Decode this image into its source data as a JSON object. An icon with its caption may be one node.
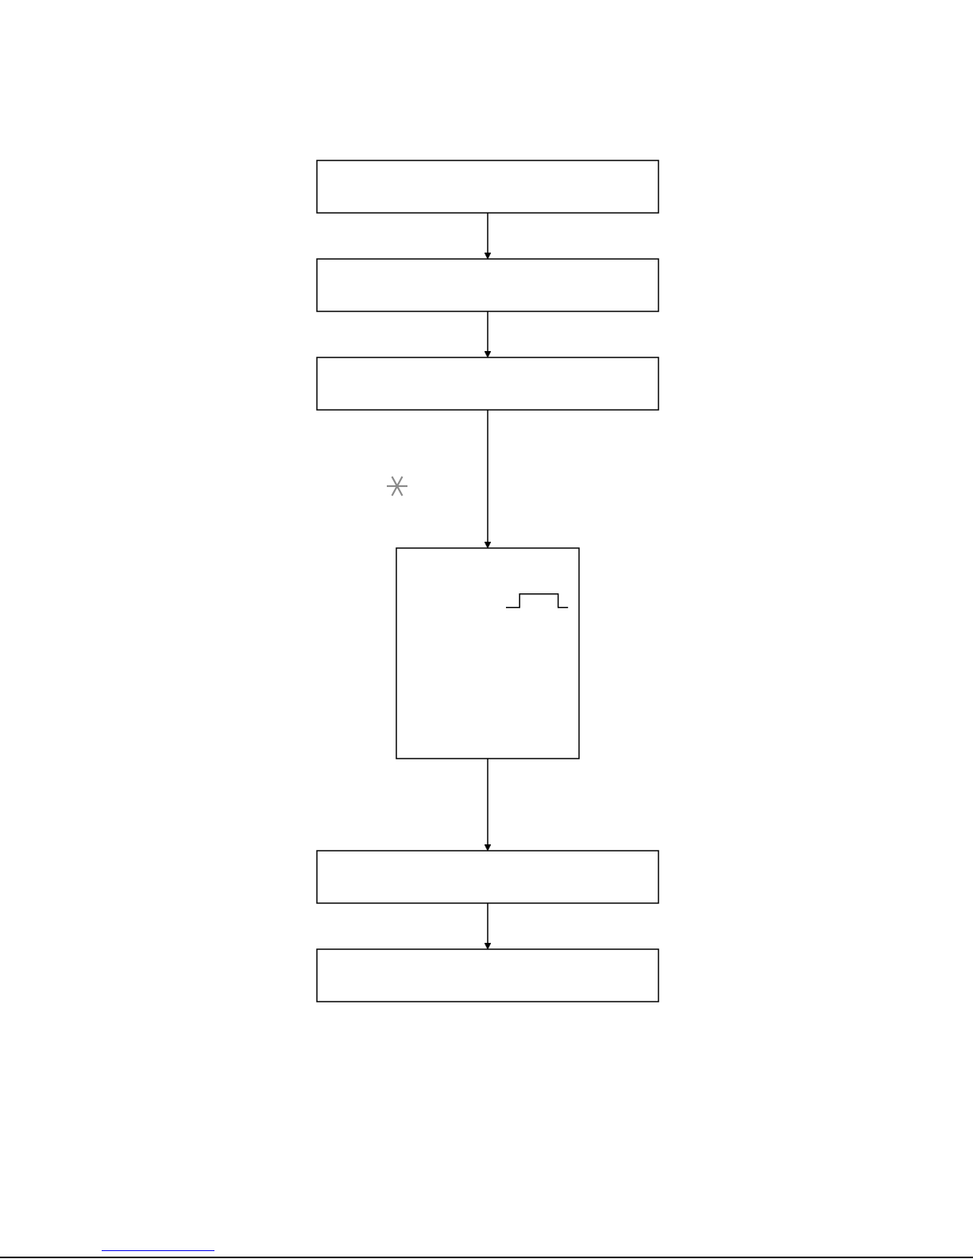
{
  "diagram": {
    "nodes": [
      {
        "text": [],
        "shape": "box"
      },
      {
        "text": [],
        "shape": "box"
      },
      {
        "text": [],
        "shape": "box"
      },
      {
        "text": [],
        "shape": "box"
      },
      {
        "text": [],
        "shape": "box"
      },
      {
        "text": [],
        "shape": "box"
      }
    ],
    "edges": [
      {
        "from": 0,
        "to": 1,
        "arrow": "to"
      },
      {
        "from": 1,
        "to": 2,
        "arrow": "to"
      },
      {
        "from": 2,
        "to": 3,
        "arrow": "to"
      },
      {
        "from": 3,
        "to": 4,
        "arrow": "to"
      },
      {
        "from": 4,
        "to": 5,
        "arrow": "to"
      }
    ]
  }
}
